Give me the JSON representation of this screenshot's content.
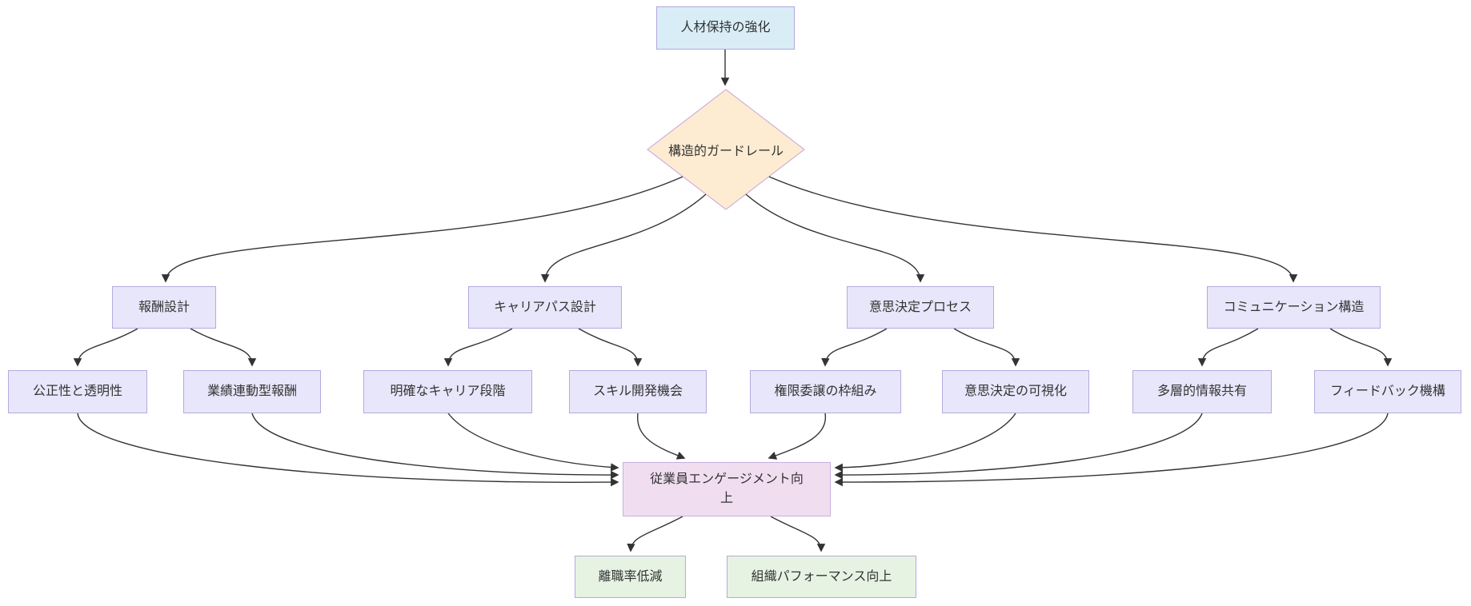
{
  "diagram": {
    "nodes": {
      "root": {
        "label": "人材保持の強化"
      },
      "guardrail": {
        "label": "構造的ガードレール"
      },
      "compensation": {
        "label": "報酬設計"
      },
      "career_path": {
        "label": "キャリアパス設計"
      },
      "decision_process": {
        "label": "意思決定プロセス"
      },
      "communication": {
        "label": "コミュニケーション構造"
      },
      "fairness": {
        "label": "公正性と透明性"
      },
      "performance_pay": {
        "label": "業績連動型報酬"
      },
      "career_stages": {
        "label": "明確なキャリア段階"
      },
      "skill_development": {
        "label": "スキル開発機会"
      },
      "delegation": {
        "label": "権限委譲の枠組み"
      },
      "decision_visibility": {
        "label": "意思決定の可視化"
      },
      "info_sharing": {
        "label": "多層的情報共有"
      },
      "feedback": {
        "label": "フィードバック機構"
      },
      "engagement": {
        "label": "従業員エンゲージメント向上"
      },
      "turnover_reduction": {
        "label": "離職率低減"
      },
      "org_performance": {
        "label": "組織パフォーマンス向上"
      }
    },
    "colors": {
      "root_fill": "#d9edf7",
      "root_border": "#b3a6de",
      "decision_fill": "#fdecd1",
      "decision_border": "#cfb0dc",
      "branch_fill": "#e8e6fa",
      "branch_border": "#b5a9e0",
      "outcome_fill": "#f0def0",
      "outcome_border": "#c9aee2",
      "result_fill": "#e6f3e3",
      "result_border": "#b5a9e0",
      "edge": "#333333",
      "text": "#333333"
    }
  }
}
